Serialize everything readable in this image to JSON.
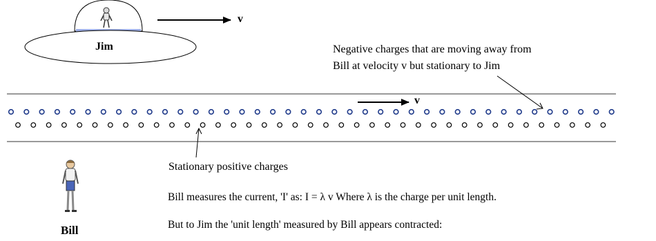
{
  "observers": {
    "ship_label": "Jim",
    "ground_label": "Bill"
  },
  "velocity": {
    "ship_arrow_label": "v",
    "wire_arrow_label": "v"
  },
  "annotations": {
    "negative_charges_line1": "Negative charges that are moving away from",
    "negative_charges_line2": "Bill at velocity v but stationary to Jim",
    "positive_charges": "Stationary positive charges"
  },
  "text": {
    "current_line": "Bill measures the current, 'I' as:   I = λ v   Where λ is the charge per unit length.",
    "contraction_line": "But to Jim the 'unit length' measured by Bill appears contracted:"
  },
  "colors": {
    "negative_charge": "#1f3a8a",
    "positive_charge": "#000000",
    "wire_line": "#9a9a9a",
    "dome_base": "#9fb0e8"
  },
  "icons": {
    "ship_pilot": "person-icon",
    "ground_observer": "person-icon"
  }
}
